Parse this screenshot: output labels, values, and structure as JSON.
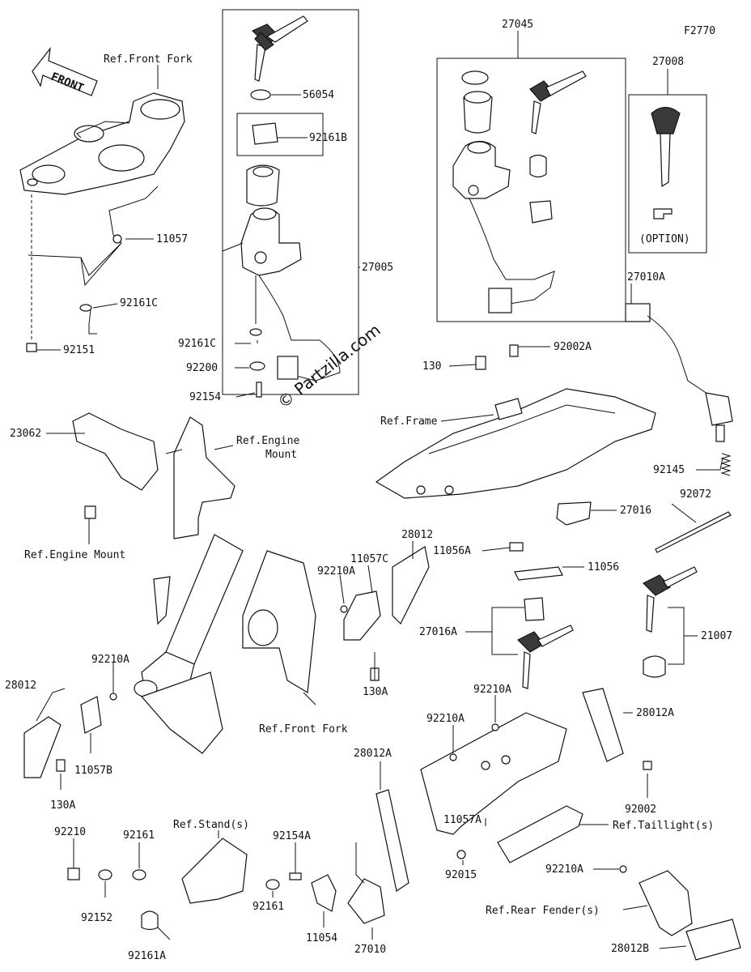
{
  "figure_code": "F2770",
  "watermark": "© Partzilla.com",
  "front_arrow": "FRONT",
  "option_note": "(OPTION)",
  "callouts": {
    "ref_front_fork_top": "Ref.Front Fork",
    "p56054": "56054",
    "p92161B": "92161B",
    "p11057": "11057",
    "p27005": "27005",
    "p92161C_a": "92161C",
    "p92151": "92151",
    "p92161C_b": "92161C",
    "p92200": "92200",
    "p92154": "92154",
    "p27045": "27045",
    "p27008": "27008",
    "p27010A": "27010A",
    "p130": "130",
    "p92002A": "92002A",
    "ref_frame": "Ref.Frame",
    "p23062": "23062",
    "ref_engine_mount_r_1": "Ref.Engine",
    "ref_engine_mount_r_2": "Mount",
    "ref_engine_mount_l": "Ref.Engine Mount",
    "p92145": "92145",
    "p92072": "92072",
    "p27016": "27016",
    "p28012_top": "28012",
    "p11057C": "11057C",
    "p92210A_mid": "92210A",
    "p11056A": "11056A",
    "p11056": "11056",
    "p27016A": "27016A",
    "p21007": "21007",
    "p130A_mid": "130A",
    "p92210A_left": "92210A",
    "p28012_left": "28012",
    "p11057B": "11057B",
    "p130A_left": "130A",
    "ref_front_fork_bottom": "Ref.Front Fork",
    "p92210A_r1": "92210A",
    "p92210A_r2": "92210A",
    "p28012A_r": "28012A",
    "p28012A_l": "28012A",
    "p92002": "92002",
    "p11057A": "11057A",
    "ref_taillight": "Ref.Taillight(s)",
    "p92015": "92015",
    "p92210A_r3": "92210A",
    "ref_rear_fender": "Ref.Rear Fender(s)",
    "p28012B": "28012B",
    "p92210": "92210",
    "p92161_a": "92161",
    "ref_stand": "Ref.Stand(s)",
    "p92154A": "92154A",
    "p92152": "92152",
    "p92161_b": "92161",
    "p92161A": "92161A",
    "p11054": "11054",
    "p27010": "27010"
  }
}
